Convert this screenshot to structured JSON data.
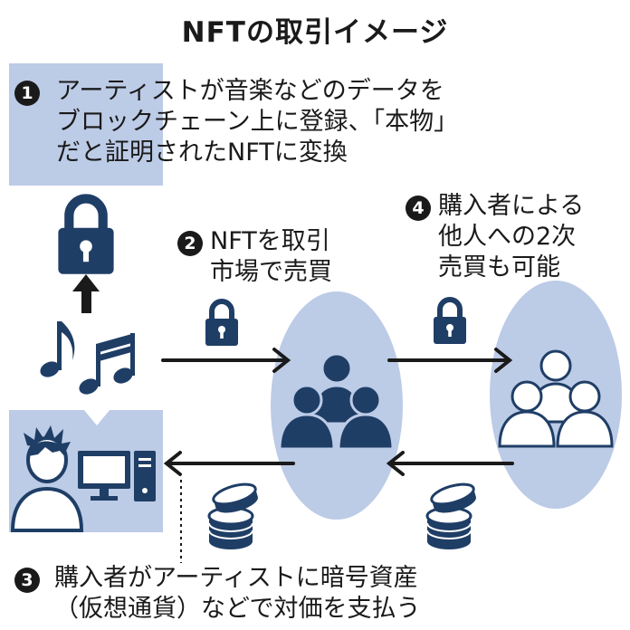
{
  "title": "NFTの取引イメージ",
  "colors": {
    "panel": "#bccbe6",
    "ellipse": "#bccbe6",
    "icon": "#1f3e66",
    "ink": "#1a1a1a"
  },
  "steps": {
    "s1": {
      "num": "1",
      "lines": [
        "アーティストが音楽などのデータを",
        "ブロックチェーン上に登録、「本物」",
        "だと証明されたNFTに変換"
      ]
    },
    "s2": {
      "num": "2",
      "lines": [
        "NFTを取引",
        "市場で売買"
      ]
    },
    "s3": {
      "num": "3",
      "lines": [
        "購入者がアーティストに暗号資産",
        "（仮想通貨）などで対価を支払う"
      ]
    },
    "s4": {
      "num": "4",
      "lines": [
        "購入者による",
        "他人への2次",
        "売買も可能"
      ]
    }
  },
  "icons": [
    "lock-icon",
    "up-arrow-icon",
    "music-notes-icon",
    "artist-icon",
    "computer-icon",
    "buyers-group-icon",
    "resellers-group-icon",
    "coins-icon"
  ]
}
